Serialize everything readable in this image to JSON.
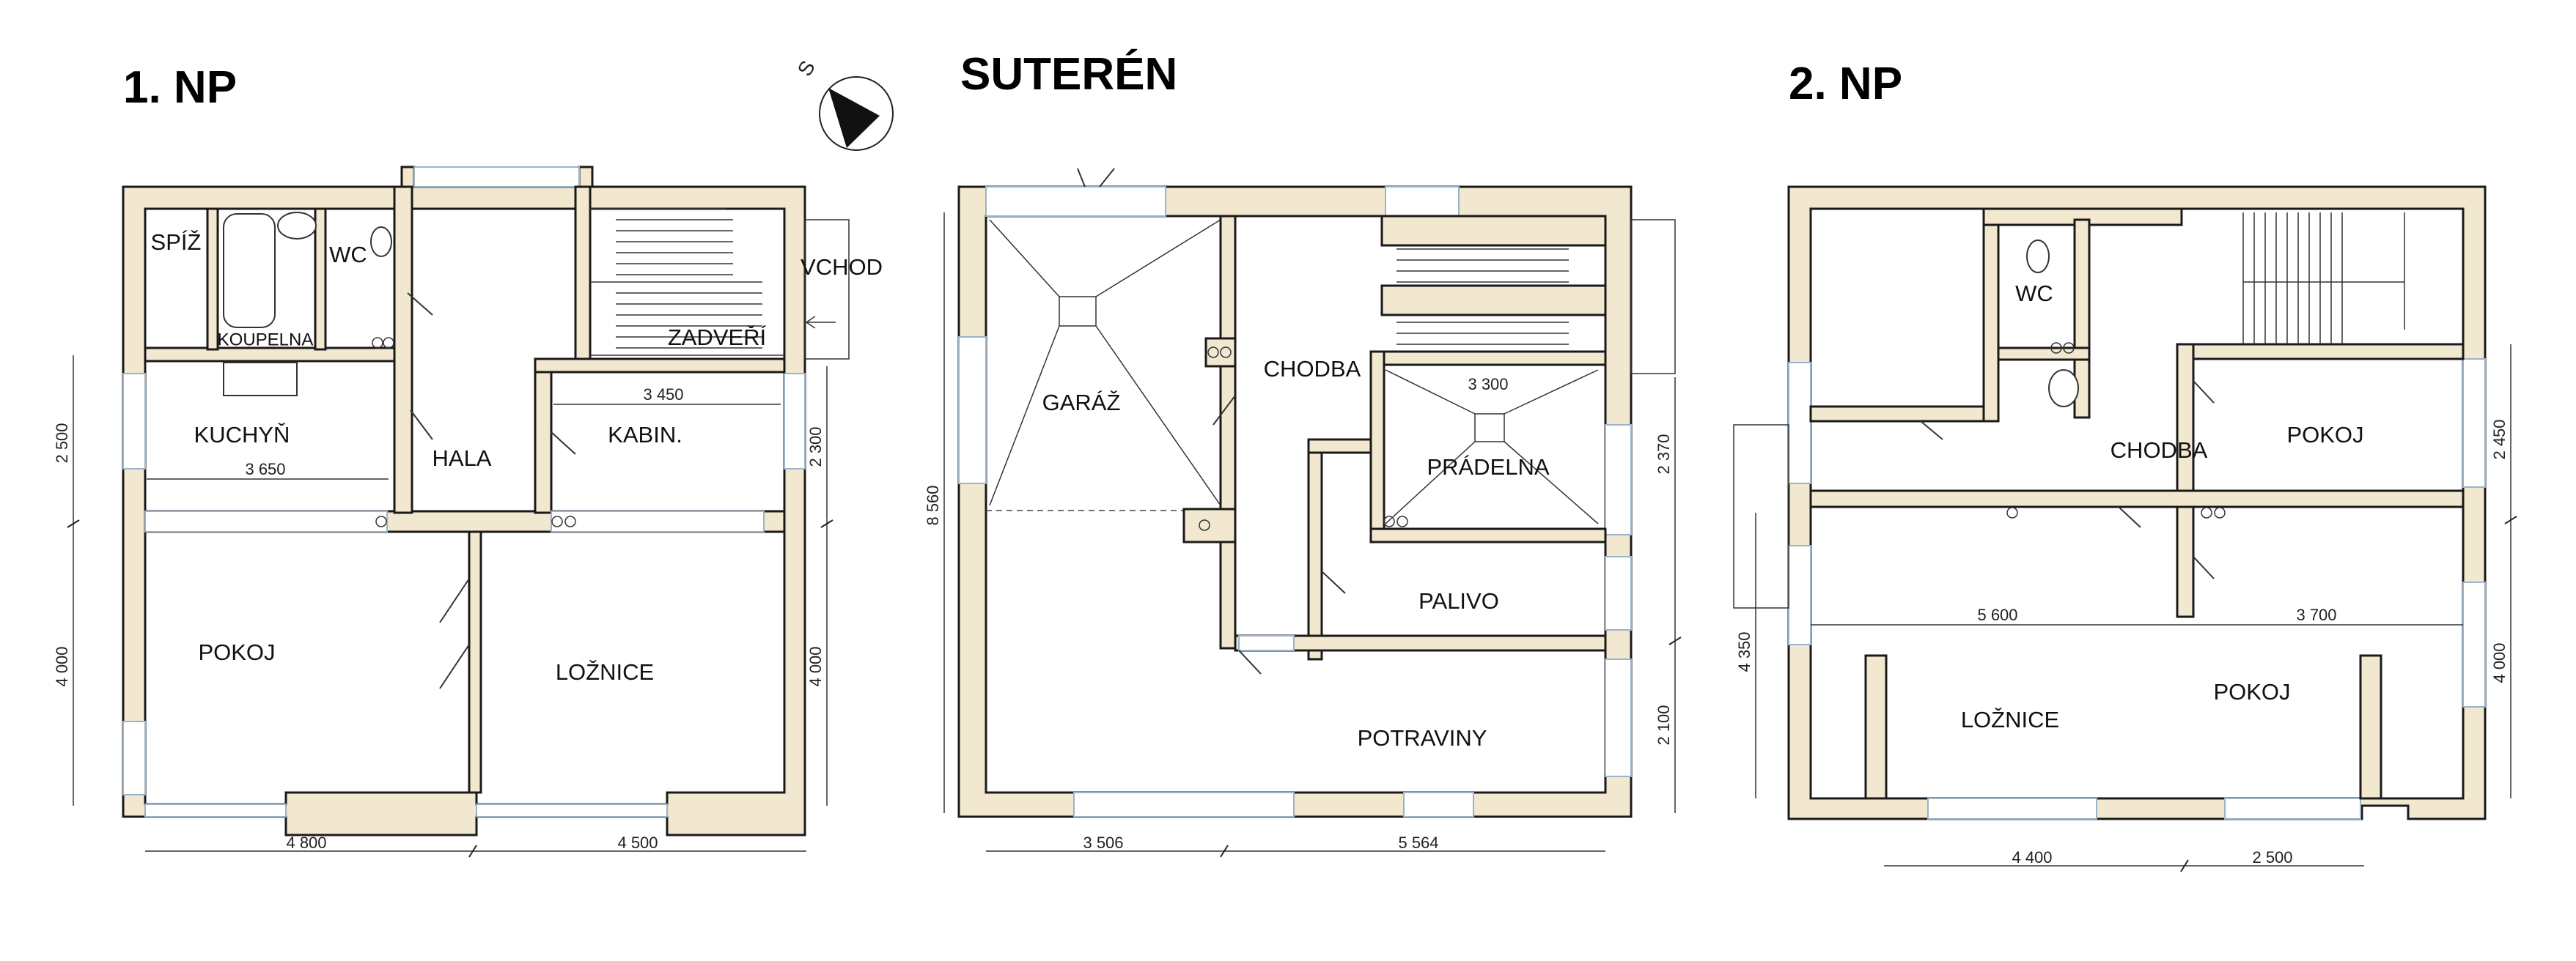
{
  "plans": {
    "ground": {
      "title": "1. NP",
      "rooms": {
        "pantry": "SPÍŽ",
        "bathroom": "KOUPELNA",
        "wc": "WC",
        "entrance": "VCHOD",
        "vestibule": "ZADVEŘÍ",
        "kitchen": "KUCHYŇ",
        "hall": "HALA",
        "cabinet": "KABIN.",
        "living": "POKOJ",
        "bedroom": "LOŽNICE"
      },
      "dims": {
        "kitchen_width": "3 650",
        "cabinet_width": "3 450",
        "left_upper": "2 500",
        "left_lower": "4 000",
        "right_upper": "2 300",
        "right_lower": "4 000",
        "bottom_left": "4 800",
        "bottom_right": "4 500"
      }
    },
    "basement": {
      "title": "SUTERÉN",
      "rooms": {
        "garage": "GARÁŽ",
        "corridor": "CHODBA",
        "laundry": "PRÁDELNA",
        "fuel": "PALIVO",
        "pantry": "POTRAVINY"
      },
      "dims": {
        "laundry_width": "3 300",
        "left_total": "8 560",
        "right_upper": "2 370",
        "right_lower": "2 100",
        "bottom_left": "3 506",
        "bottom_right": "5 564"
      }
    },
    "upper": {
      "title": "2. NP",
      "rooms": {
        "wc": "WC",
        "corridor": "CHODBA",
        "room_top": "POKOJ",
        "bedroom": "LOŽNICE",
        "room_bottom": "POKOJ"
      },
      "dims": {
        "width_left": "5 600",
        "width_right": "3 700",
        "right_upper": "2 450",
        "right_lower": "4 000",
        "left_total": "4 350",
        "bottom_left": "4 400",
        "bottom_right": "2 500"
      }
    }
  },
  "compass": {
    "label": "S"
  },
  "colors": {
    "wall_fill": "#f2e8d0",
    "window": "#9bb2c8",
    "line": "#1a1a1a"
  }
}
